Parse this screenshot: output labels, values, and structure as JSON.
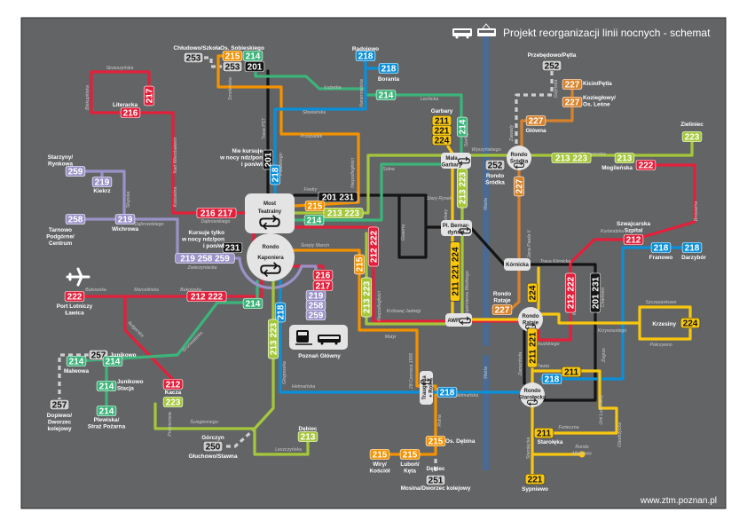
{
  "header": {
    "title": "Projekt reorganizacji linii nocnych - schemat",
    "icons": [
      "bus-icon",
      "tram-icon"
    ]
  },
  "footer": {
    "url": "www.ztm.poznan.pl"
  },
  "colors": {
    "background": "#636466",
    "red": "#e3203b",
    "orange": "#f39200",
    "brown": "#d8822a",
    "green": "#3cb47a",
    "lime": "#a5c83b",
    "blue": "#0a8fd8",
    "purple": "#9a92c8",
    "yellow": "#f8c70f",
    "black": "#151515",
    "grey": "#cfcfcf",
    "river": "#4a6a92"
  },
  "badges": [
    {
      "text": "253",
      "line": "grey"
    },
    {
      "text": "215",
      "line": "orange"
    },
    {
      "text": "214",
      "line": "green"
    },
    {
      "text": "253",
      "line": "grey"
    },
    {
      "text": "201",
      "line": "black"
    },
    {
      "text": "218",
      "line": "blue"
    },
    {
      "text": "218",
      "line": "blue"
    },
    {
      "text": "214",
      "line": "green"
    },
    {
      "text": "217",
      "line": "red"
    },
    {
      "text": "216",
      "line": "red"
    },
    {
      "text": "259",
      "line": "purple"
    },
    {
      "text": "219",
      "line": "purple"
    },
    {
      "text": "258",
      "line": "purple"
    },
    {
      "text": "219",
      "line": "purple"
    },
    {
      "text": "216 217",
      "line": "red"
    },
    {
      "text": "201",
      "line": "black"
    },
    {
      "text": "218",
      "line": "blue"
    },
    {
      "text": "201 231",
      "line": "black"
    },
    {
      "text": "215",
      "line": "orange"
    },
    {
      "text": "213 223",
      "line": "lime"
    },
    {
      "text": "214",
      "line": "green"
    },
    {
      "text": "231",
      "line": "black"
    },
    {
      "text": "219 258 259",
      "line": "purple"
    },
    {
      "text": "216",
      "line": "red"
    },
    {
      "text": "217",
      "line": "red"
    },
    {
      "text": "219",
      "line": "purple"
    },
    {
      "text": "258",
      "line": "purple"
    },
    {
      "text": "259",
      "line": "purple"
    },
    {
      "text": "222",
      "line": "red"
    },
    {
      "text": "212 222",
      "line": "red"
    },
    {
      "text": "214",
      "line": "green"
    },
    {
      "text": "218",
      "line": "blue"
    },
    {
      "text": "213 223",
      "line": "lime"
    },
    {
      "text": "215",
      "line": "orange"
    },
    {
      "text": "212 222",
      "line": "red"
    },
    {
      "text": "213 223",
      "line": "lime"
    },
    {
      "text": "211",
      "line": "yellow"
    },
    {
      "text": "221",
      "line": "yellow"
    },
    {
      "text": "224",
      "line": "yellow"
    },
    {
      "text": "214",
      "line": "green"
    },
    {
      "text": "213 223",
      "line": "lime"
    },
    {
      "text": "211 221 224",
      "line": "yellow"
    },
    {
      "text": "252",
      "line": "grey"
    },
    {
      "text": "252",
      "line": "grey"
    },
    {
      "text": "227",
      "line": "brown"
    },
    {
      "text": "227",
      "line": "brown"
    },
    {
      "text": "227",
      "line": "brown"
    },
    {
      "text": "227",
      "line": "brown"
    },
    {
      "text": "213 223",
      "line": "lime"
    },
    {
      "text": "213",
      "line": "lime"
    },
    {
      "text": "223",
      "line": "lime"
    },
    {
      "text": "222",
      "line": "red"
    },
    {
      "text": "212",
      "line": "red"
    },
    {
      "text": "218",
      "line": "blue"
    },
    {
      "text": "218",
      "line": "blue"
    },
    {
      "text": "212 222",
      "line": "red"
    },
    {
      "text": "201 231",
      "line": "black"
    },
    {
      "text": "224",
      "line": "yellow"
    },
    {
      "text": "227",
      "line": "brown"
    },
    {
      "text": "211 221",
      "line": "yellow"
    },
    {
      "text": "224",
      "line": "yellow"
    },
    {
      "text": "211",
      "line": "yellow"
    },
    {
      "text": "218",
      "line": "blue"
    },
    {
      "text": "218",
      "line": "blue"
    },
    {
      "text": "211",
      "line": "yellow"
    },
    {
      "text": "221",
      "line": "yellow"
    },
    {
      "text": "215",
      "line": "orange"
    },
    {
      "text": "215",
      "line": "orange"
    },
    {
      "text": "215",
      "line": "orange"
    },
    {
      "text": "251",
      "line": "grey"
    },
    {
      "text": "212",
      "line": "red"
    },
    {
      "text": "223",
      "line": "lime"
    },
    {
      "text": "257",
      "line": "grey"
    },
    {
      "text": "214",
      "line": "green"
    },
    {
      "text": "214",
      "line": "green"
    },
    {
      "text": "214",
      "line": "green"
    },
    {
      "text": "214",
      "line": "green"
    },
    {
      "text": "257",
      "line": "grey"
    },
    {
      "text": "250",
      "line": "grey"
    },
    {
      "text": "213",
      "line": "lime"
    }
  ],
  "stops": [
    [
      "Chłudowo/Szkoła"
    ],
    [
      "Os. Sobieskiego"
    ],
    [
      "Radojewo"
    ],
    [
      "Boranta"
    ],
    [
      "Literacka"
    ],
    [
      "Starzyny/",
      "Rynkowa"
    ],
    [
      "Kiekrz"
    ],
    [
      "Tarnowo",
      "Podgórne/",
      "Centrum"
    ],
    [
      "Wichrowa"
    ],
    [
      "Nie kursuje",
      "w nocy ndz/pon",
      "i pon/wt"
    ],
    [
      "Kursuje tylko",
      "w nocy ndz/pon",
      "i pon/wt"
    ],
    [
      "Most",
      "Teatralny"
    ],
    [
      "Rondo",
      "Kaponiera"
    ],
    [
      "Port Lotniczy",
      "Ławica"
    ],
    [
      "Poznań Główny"
    ],
    [
      "Junikowo"
    ],
    [
      "Malwowa"
    ],
    [
      "Junikowo",
      "Stacja"
    ],
    [
      "Plewiska/",
      "Straż Pożarna"
    ],
    [
      "Dopiewo/",
      "Dworzec",
      "kolejowy"
    ],
    [
      "Kacza"
    ],
    [
      "Górczyn"
    ],
    [
      "Głuchowo/Stawna"
    ],
    [
      "Dębiec"
    ],
    [
      "Garbary"
    ],
    [
      "Mała",
      "Garbary"
    ],
    [
      "Pl. Bernar-",
      "dyński"
    ],
    [
      "Rondo",
      "Śródka"
    ],
    [
      "Rondo",
      "Śródka"
    ],
    [
      "Przebędowo/Pętla"
    ],
    [
      "Kicin/Pętla"
    ],
    [
      "Koziegłowy/",
      "Os. Leśne"
    ],
    [
      "Główna"
    ],
    [
      "Zieliniec"
    ],
    [
      "Mogileńska"
    ],
    [
      "Szwajcarska",
      "Szpital"
    ],
    [
      "Franowo"
    ],
    [
      "Darzybór"
    ],
    [
      "Kórnicka"
    ],
    [
      "Rondo",
      "Rataje"
    ],
    [
      "AWF"
    ],
    [
      "Rondo",
      "Rataje"
    ],
    [
      "Krzesiny"
    ],
    [
      "Rondo",
      "Starołęcka"
    ],
    [
      "Traugutta",
      "+ Rolna"
    ],
    [
      "Os. Dębina"
    ],
    [
      "Wiry/",
      "Kościół"
    ],
    [
      "Luboń/",
      "Kęta"
    ],
    [
      "Dębiec"
    ],
    [
      "Mosina/Dworzec kolejowy"
    ],
    [
      "Starołęka"
    ],
    [
      "Rondo",
      "Minikowo"
    ],
    [
      "Sypniewo"
    ]
  ],
  "streets": [
    "Strzeszyńska",
    "Biskupińska",
    "Nad Wierzbakiem",
    "Kościelna",
    "Dąbrowskiego",
    "Słupska",
    "Dąbrowskiego",
    "Zwierzyniecka",
    "Trasa PST",
    "Pułaskiego",
    "Naramowicka",
    "Łużycka",
    "Słowiańska",
    "Przepadek",
    "Niepodległości",
    "Lechicka",
    "Szelągowska",
    "Wyszyńskiego",
    "Solna",
    "Fredry",
    "Stary Rynek",
    "Garbary",
    "Gwarna",
    "Święty Marcin",
    "Niepodległości",
    "Królowej Jadwigi",
    "Kazimierza Wielkiego",
    "Warta",
    "Warta",
    "Jana Pawła II",
    "Warszawska",
    "Browarna",
    "Kurlandzka",
    "Trasa Kórnicka",
    "Chartowo",
    "Inflancka",
    "Krzywoustego",
    "Piłsudskiego",
    "Zamenhofa",
    "Żegrze",
    "Pawia",
    "Szczepankowo",
    "Pokrzywno",
    "Hetmańska",
    "Hetmańska",
    "Głogowska",
    "Grunwaldzka",
    "Bukowska",
    "Marcelińska",
    "Bukowska",
    "Bułgarska",
    "Ściegiennego",
    "Promienista",
    "Leszczyńska",
    "Matyi",
    "28 Czerwca 1956",
    "Rolna",
    "Starołęcka",
    "Forteczna",
    "Unii Lubelskiej",
    "Obodrzycka",
    "Gdyńska",
    "Zawady",
    "Smoleńska",
    "Szczepankowo"
  ]
}
